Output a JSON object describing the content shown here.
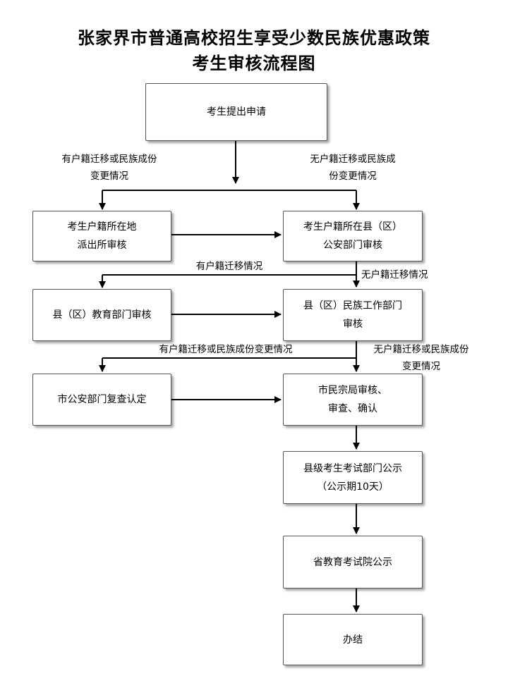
{
  "title": {
    "line1": "张家界市普通高校招生享受少数民族优惠政策",
    "line2": "考生审核流程图"
  },
  "nodes": {
    "submit": {
      "lines": [
        "考生提出申请"
      ]
    },
    "police_station": {
      "lines": [
        "考生户籍所在地",
        "派出所审核"
      ]
    },
    "county_police": {
      "lines": [
        "考生户籍所在县（区）",
        "公安部门审核"
      ]
    },
    "county_education": {
      "lines": [
        "县（区）教育部门审核"
      ]
    },
    "county_ethnic": {
      "lines": [
        "县（区）民族工作部门",
        "审核"
      ]
    },
    "city_police": {
      "lines": [
        "市公安部门复查认定"
      ]
    },
    "city_ethnic": {
      "lines": [
        "市民宗局审核、",
        "审查、确认"
      ]
    },
    "county_exam": {
      "lines": [
        "县级考生考试部门公示",
        "（公示期10天）"
      ]
    },
    "province_exam": {
      "lines": [
        "省教育考试院公示"
      ]
    },
    "done": {
      "lines": [
        "办结"
      ]
    }
  },
  "edge_labels": {
    "left_1": [
      "有户籍迁移或民族成份",
      "变更情况"
    ],
    "right_1": [
      "无户籍迁移或民族成",
      "份变更情况"
    ],
    "left_2": [
      "有户籍迁移情况"
    ],
    "right_2": [
      "无户籍迁移情况"
    ],
    "left_3": [
      "有户籍迁移或民族成份变更情况"
    ],
    "right_3": [
      "无户籍迁移或民族成份",
      "变更情况"
    ]
  }
}
